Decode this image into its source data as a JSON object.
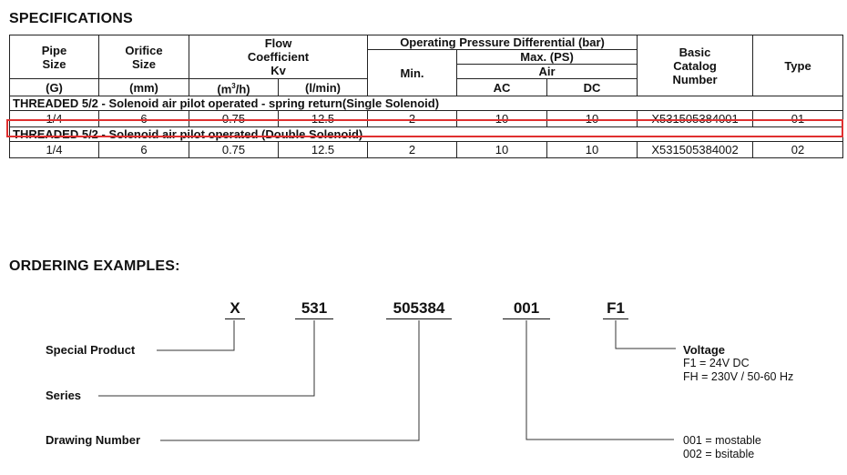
{
  "spec": {
    "title": "SPECIFICATIONS",
    "headers": {
      "pipe_size": "Pipe\nSize",
      "orifice_size": "Orifice\nSize",
      "flow": "Flow\nCoefficient\nKv",
      "opd": "Operating Pressure Differential (bar)",
      "min": "Min.",
      "max": "Max. (PS)",
      "air": "Air",
      "ac": "AC",
      "dc": "DC",
      "catalog": "Basic\nCatalog\nNumber",
      "type": "Type"
    },
    "units": {
      "pipe": "(G)",
      "orifice": "(mm)",
      "m3h_pre": "(m",
      "m3h_sup": "3",
      "m3h_post": "/h)",
      "lmin": "(l/min)"
    },
    "sections": [
      {
        "title": "THREADED 5/2 - Solenoid air pilot operated - spring return(Single Solenoid)",
        "row": {
          "pipe": "1/4",
          "orifice": "6",
          "kv_m3h": "0.75",
          "kv_lmin": "12.5",
          "min": "2",
          "ac": "10",
          "dc": "10",
          "catalog": "X531505384001",
          "type": "01"
        }
      },
      {
        "title": "THREADED 5/2 - Solenoid air pilot operated (Double Solenoid)",
        "row": {
          "pipe": "1/4",
          "orifice": "6",
          "kv_m3h": "0.75",
          "kv_lmin": "12.5",
          "min": "2",
          "ac": "10",
          "dc": "10",
          "catalog": "X531505384002",
          "type": "02"
        }
      }
    ],
    "highlight_color": "#e03030"
  },
  "ordering": {
    "title": "ORDERING EXAMPLES:",
    "codes": [
      "X",
      "531",
      "505384",
      "001",
      "F1"
    ],
    "labels": {
      "special": "Special Product",
      "series": "Series",
      "drawing": "Drawing Number"
    },
    "voltage": {
      "title": "Voltage",
      "lines": [
        "F1  = 24V DC",
        "FH  = 230V / 50-60 Hz"
      ]
    },
    "stable": [
      "001 = mostable",
      "002 = bsitable"
    ]
  }
}
